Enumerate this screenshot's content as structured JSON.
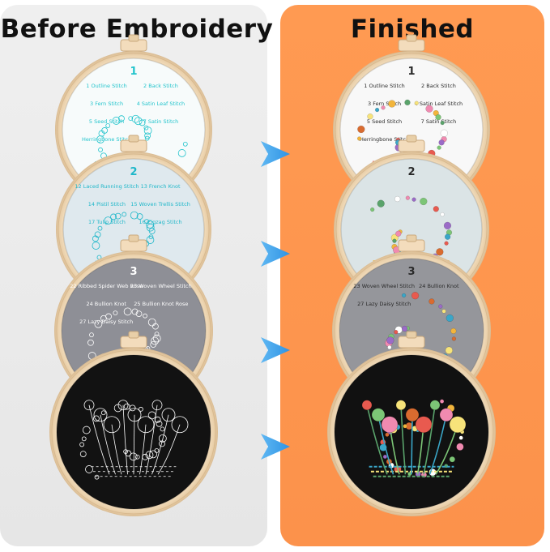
{
  "headings": {
    "before": "Before Embroidery",
    "after": "Finished"
  },
  "hoops_before": [
    {
      "number": "1",
      "cloth": "#f7fbfb",
      "ink": "#22c4cc",
      "labels": [
        "1 Outline Stitch",
        "2 Back Stitch",
        "3 Fern Stitch",
        "4 Satin Leaf Stitch",
        "5 Seed Stitch",
        "7 Satin Stitch",
        "Herringbone Stitch"
      ]
    },
    {
      "number": "2",
      "cloth": "#dfe9ee",
      "ink": "#1fb7c9",
      "labels": [
        "12 Laced Running Stitch",
        "13 French Knot",
        "14 Pistil Stitch",
        "15 Woven Trellis Stitch",
        "17 Tulip Stitch",
        "16 Zigzag Stitch"
      ]
    },
    {
      "number": "3",
      "cloth": "#8e8f96",
      "ink": "#ffffff",
      "labels": [
        "22 Ribbed Spider Web Rose",
        "23 Woven Wheel Stitch",
        "24 Bullion Knot",
        "25 Bullion Knot Rose",
        "27 Lazy Daisy Stitch"
      ]
    },
    {
      "number": "",
      "cloth": "#121212",
      "ink": "#ffffff",
      "labels": []
    }
  ],
  "hoops_after": [
    {
      "number": "1",
      "cloth": "#f8f8f8",
      "ink": "#2a2a2a",
      "labels": [
        "1 Outline Stitch",
        "2 Back Stitch",
        "3 Fern Stitch",
        "4 Satin Leaf Stitch",
        "5 Seed Stitch",
        "7 Satin Stitch",
        "Herringbone Stitch"
      ]
    },
    {
      "number": "2",
      "cloth": "#dbe4e6",
      "ink": "#2a2a2a",
      "labels": []
    },
    {
      "number": "3",
      "cloth": "#95969b",
      "ink": "#2a2a2a",
      "labels": [
        "23 Woven Wheel Stitch",
        "24 Bullion Knot",
        "27 Lazy Daisy Stitch"
      ]
    },
    {
      "number": "",
      "cloth": "#111111",
      "ink": "#ffffff",
      "labels": []
    }
  ],
  "colors": {
    "left_panel": "#ececec",
    "right_panel": "#fd964e",
    "hoop_wood": "#f3dcbc",
    "arrow": "#3aa3ec"
  }
}
